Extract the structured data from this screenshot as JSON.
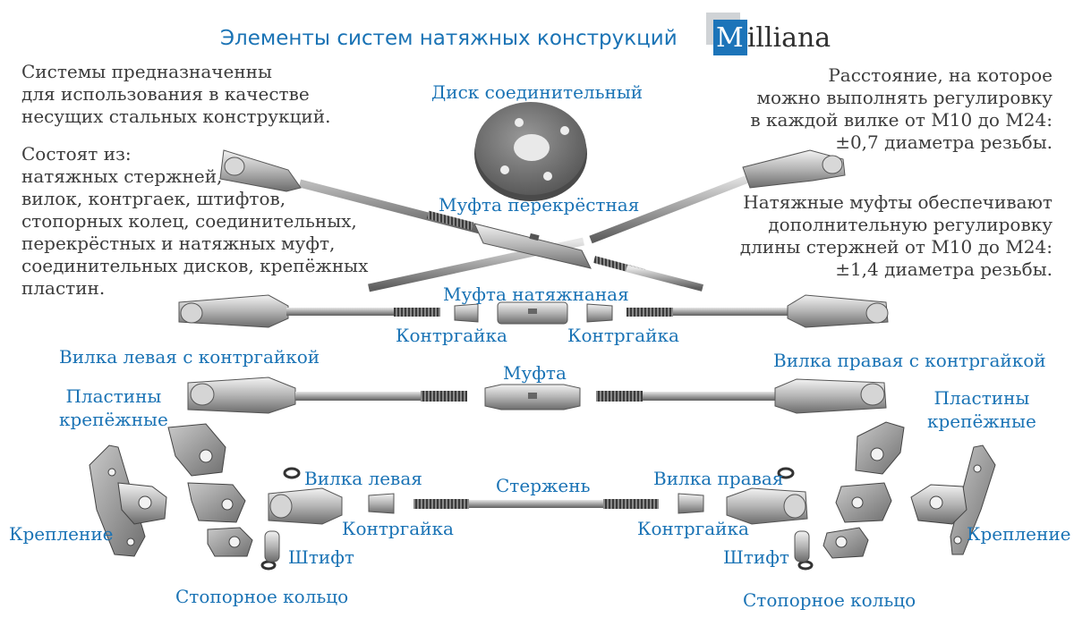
{
  "header": {
    "title": "Элементы систем натяжных конструкций",
    "logo": {
      "letter": "M",
      "rest": "illiana"
    }
  },
  "left_text": {
    "p1": [
      "Системы предназначенны",
      "для использования в качестве",
      "несущих стальных конструкций."
    ],
    "p2": [
      "Состоят из:",
      "натяжных стержней,",
      "вилок, контргаек, штифтов,",
      "стопорных колец, соединительных,",
      "перекрёстных и натяжных муфт,",
      "соединительных дисков, крепёжных",
      "пластин."
    ]
  },
  "right_text": {
    "p1": [
      "Расстояние, на которое",
      "можно выполнять регулировку",
      "в каждой вилке от М10 до М24:",
      "±0,7 диаметра резьбы."
    ],
    "p2": [
      "Натяжные муфты обеспечивают",
      "дополнительную регулировку",
      "длины стержней от М10 до М24:",
      "±1,4 диаметра резьбы."
    ]
  },
  "labels": {
    "disk": "Диск соединительный",
    "cross_coupling": "Муфта перекрёстная",
    "tension_coupling": "Муфта натяжнаная",
    "locknut_left_top": "Контргайка",
    "locknut_right_top": "Контргайка",
    "fork_left_locknut": "Вилка левая с контргайкой",
    "coupling": "Муфта",
    "fork_right_locknut": "Вилка правая с контргайкой",
    "plates_left": [
      "Пластины",
      "крепёжные"
    ],
    "plates_right": [
      "Пластины",
      "крепёжные"
    ],
    "mount_left": "Крепление",
    "mount_right": "Крепление",
    "fork_left": "Вилка левая",
    "rod": "Стержень",
    "fork_right": "Вилка правая",
    "locknut_left_bottom": "Контргайка",
    "locknut_right_bottom": "Контргайка",
    "pin_left": "Штифт",
    "pin_right": "Штифт",
    "ring_left": "Стопорное кольцо",
    "ring_right": "Стопорное кольцо"
  },
  "colors": {
    "label_blue": "#1a73b5",
    "text_gray": "#3c3c3c",
    "logo_blue": "#1c74b9",
    "metal": "#9a9a9a"
  }
}
